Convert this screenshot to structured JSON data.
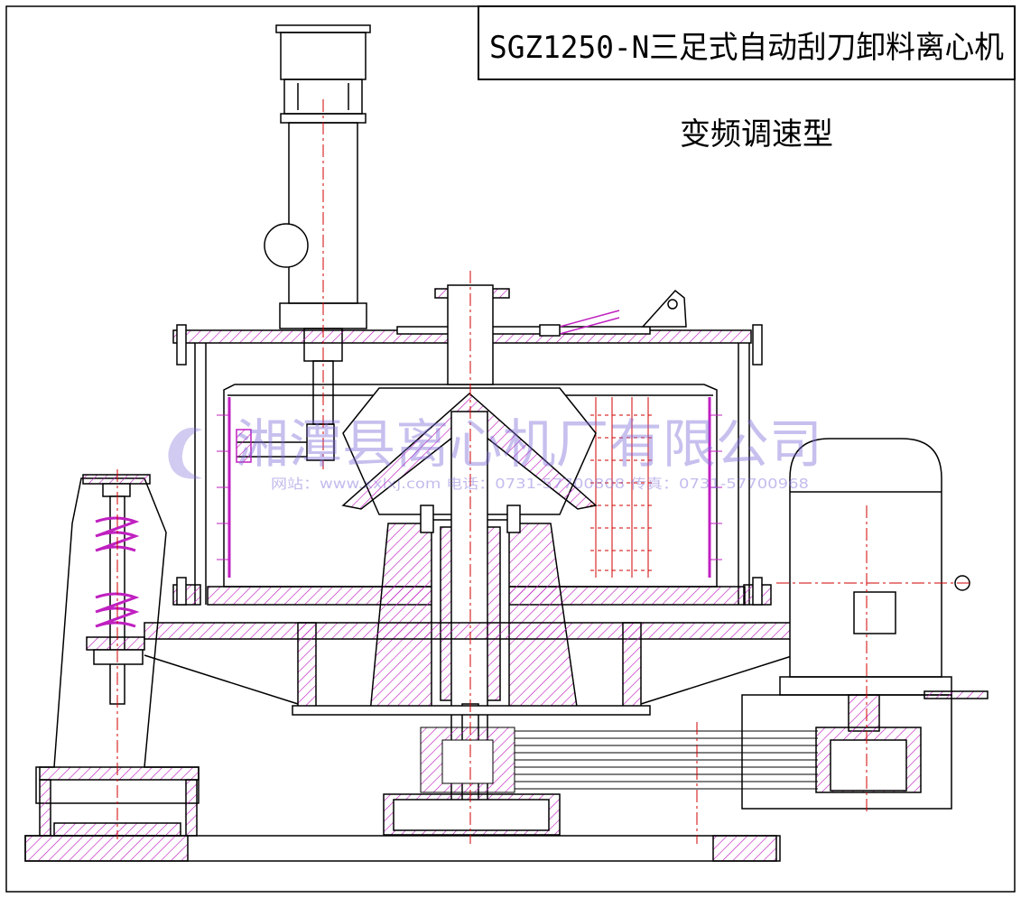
{
  "drawing": {
    "title": "SGZ1250-N三足式自动刮刀卸料离心机",
    "subtitle": "变频调速型"
  },
  "watermark": {
    "company": "湘潭县离心机厂有限公司",
    "contact_line": "网站：www.xxlxj.com  电话：0731-57700808  传真：0731-57700968"
  },
  "colors": {
    "line": "#000000",
    "hatch": "#c020c0",
    "centerline": "#d00000",
    "watermark": "#7b6ad8"
  }
}
